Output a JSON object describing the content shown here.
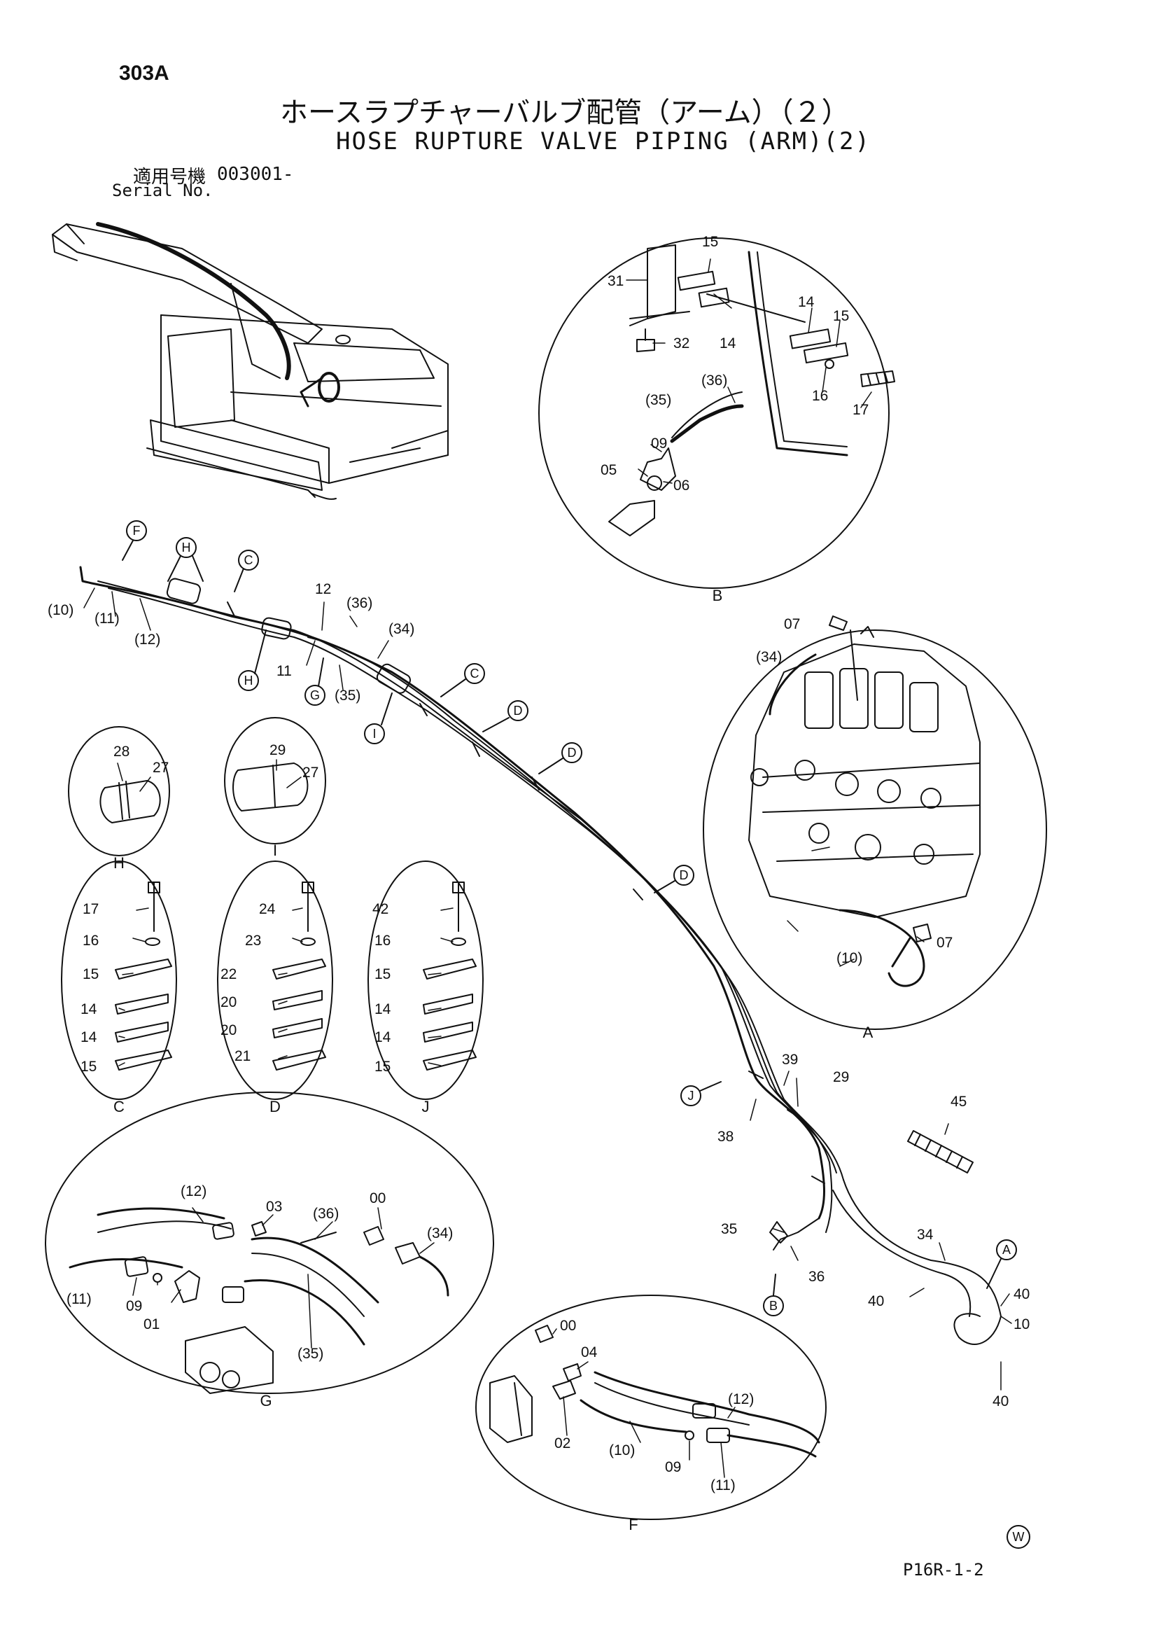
{
  "header": {
    "page_number": "303A",
    "title_ja": "ホースラプチャーバルブ配管（アーム）（２）",
    "title_en": "HOSE RUPTURE VALVE PIPING (ARM)(2)",
    "serial_label_ja": "適用号機",
    "serial_value": "003001-",
    "serial_label_en": "Serial No."
  },
  "footer": {
    "page_code": "P16R-1-2",
    "watermark": "W"
  },
  "detail_letters": [
    "A",
    "B",
    "C",
    "D",
    "F",
    "G",
    "H",
    "I",
    "J"
  ],
  "callouts": {
    "b": [
      "15",
      "31",
      "14",
      "14",
      "15",
      "32",
      "16",
      "17",
      "(36)",
      "(35)",
      "09",
      "05",
      "06"
    ],
    "main": [
      "(10)",
      "(11)",
      "(12)",
      "12",
      "(36)",
      "(34)",
      "11",
      "(35)",
      "39",
      "29",
      "38",
      "45",
      "35",
      "36",
      "34",
      "40",
      "40",
      "10",
      "40"
    ],
    "a": [
      "07",
      "(34)",
      "07",
      "(10)"
    ],
    "h": [
      "28",
      "27"
    ],
    "i": [
      "29",
      "27"
    ],
    "c": [
      "17",
      "16",
      "15",
      "14",
      "14",
      "15"
    ],
    "d": [
      "24",
      "23",
      "22",
      "20",
      "20",
      "21"
    ],
    "j": [
      "42",
      "16",
      "15",
      "14",
      "14",
      "15"
    ],
    "g": [
      "(12)",
      "03",
      "00",
      "(36)",
      "(34)",
      "(11)",
      "09",
      "01",
      "(35)"
    ],
    "f": [
      "00",
      "04",
      "(12)",
      "02",
      "(10)",
      "09",
      "(11)"
    ]
  }
}
